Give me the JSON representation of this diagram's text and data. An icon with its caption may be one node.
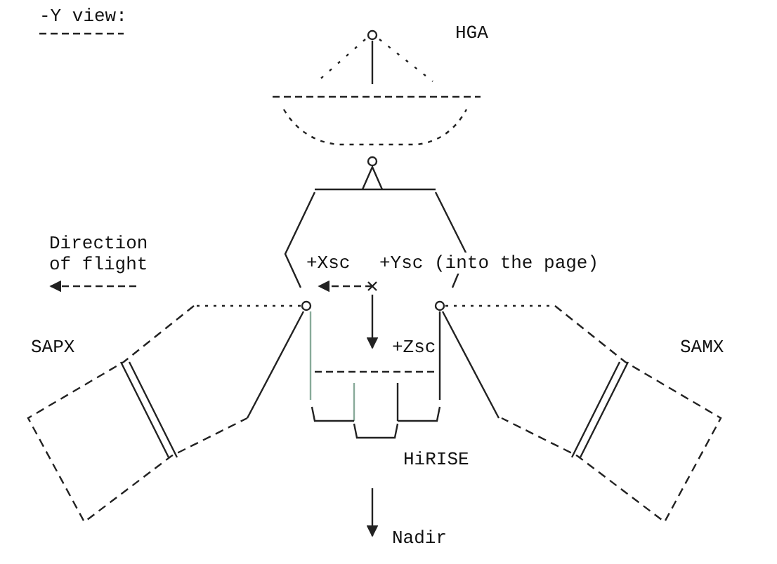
{
  "diagram": {
    "labels": [
      "-Y view:",
      "HGA",
      "Direction of flight",
      "+Xsc",
      "+Ysc (into the page)",
      "+Zsc",
      "SAPX",
      "SAMX",
      "HiRISE",
      "Nadir"
    ]
  }
}
